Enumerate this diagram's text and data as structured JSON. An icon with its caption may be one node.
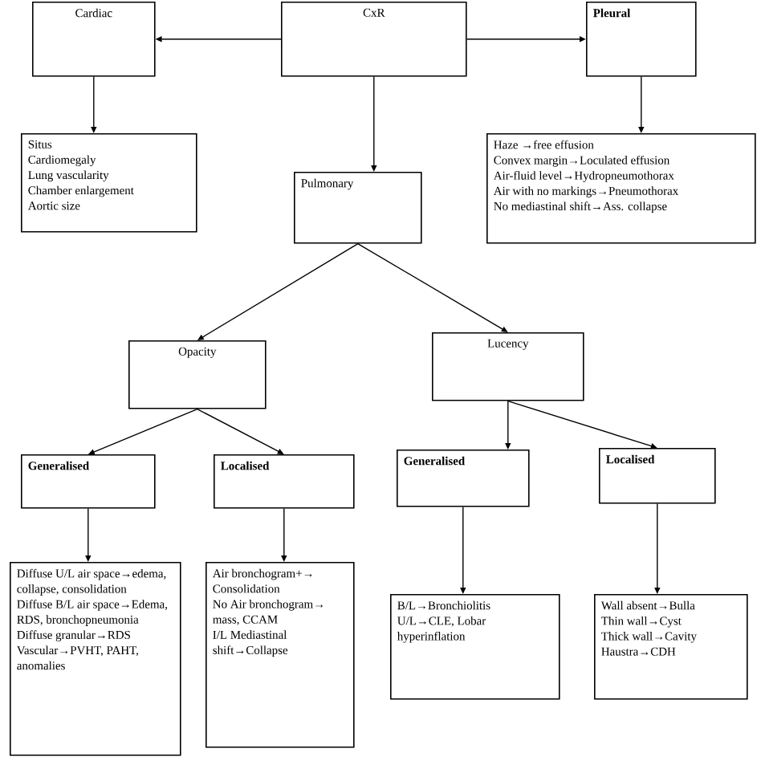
{
  "diagram": {
    "nodes": [
      {
        "text": [
          "CxR"
        ]
      },
      {
        "text": [
          "Cardiac"
        ]
      },
      {
        "text": [
          "Pleural"
        ]
      },
      {
        "text": [
          "Situs",
          "Cardiomegaly",
          "Lung vascularity",
          "Chamber enlargement",
          "Aortic size"
        ]
      },
      {
        "text": [
          "Haze →free effusion",
          "Convex margin→Loculated effusion",
          "Air-fluid level→Hydropneumothorax",
          "Air with no markings→Pneumothorax",
          "No mediastinal shift→Ass. collapse"
        ]
      },
      {
        "text": [
          "Pulmonary"
        ]
      },
      {
        "text": [
          "Opacity"
        ]
      },
      {
        "text": [
          "Lucency"
        ]
      },
      {
        "text": [
          "Generalised"
        ]
      },
      {
        "text": [
          "Localised"
        ]
      },
      {
        "text": [
          "Generalised"
        ]
      },
      {
        "text": [
          "Localised"
        ]
      },
      {
        "text": [
          "Diffuse U/L air space→edema, collapse, consolidation",
          "Diffuse B/L air space→Edema, RDS, bronchopneumonia",
          "Diffuse granular→RDS",
          "Vascular→PVHT, PAHT, anomalies"
        ]
      },
      {
        "text": [
          "Air bronchogram+→ Consolidation",
          "No Air bronchogram→ mass, CCAM",
          "I/L Mediastinal shift→Collapse"
        ]
      },
      {
        "text": [
          "B/L→Bronchiolitis",
          "U/L→CLE, Lobar hyperinflation"
        ]
      },
      {
        "text": [
          "Wall absent→Bulla",
          "Thin wall→Cyst",
          "Thick wall→Cavity",
          "Haustra→CDH"
        ]
      }
    ],
    "edges": [
      {
        "from": 0,
        "to": 1,
        "arrow": "to"
      },
      {
        "from": 0,
        "to": 2,
        "arrow": "to"
      },
      {
        "from": 1,
        "to": 3,
        "arrow": "to"
      },
      {
        "from": 2,
        "to": 4,
        "arrow": "to"
      },
      {
        "from": 0,
        "to": 5,
        "arrow": "to"
      },
      {
        "from": 5,
        "to": 6,
        "arrow": "to"
      },
      {
        "from": 5,
        "to": 7,
        "arrow": "to"
      },
      {
        "from": 6,
        "to": 8,
        "arrow": "to"
      },
      {
        "from": 6,
        "to": 9,
        "arrow": "to"
      },
      {
        "from": 7,
        "to": 10,
        "arrow": "to"
      },
      {
        "from": 7,
        "to": 11,
        "arrow": "to"
      },
      {
        "from": 8,
        "to": 12,
        "arrow": "to"
      },
      {
        "from": 9,
        "to": 13,
        "arrow": "to"
      },
      {
        "from": 10,
        "to": 14,
        "arrow": "to"
      },
      {
        "from": 11,
        "to": 15,
        "arrow": "to"
      }
    ]
  }
}
